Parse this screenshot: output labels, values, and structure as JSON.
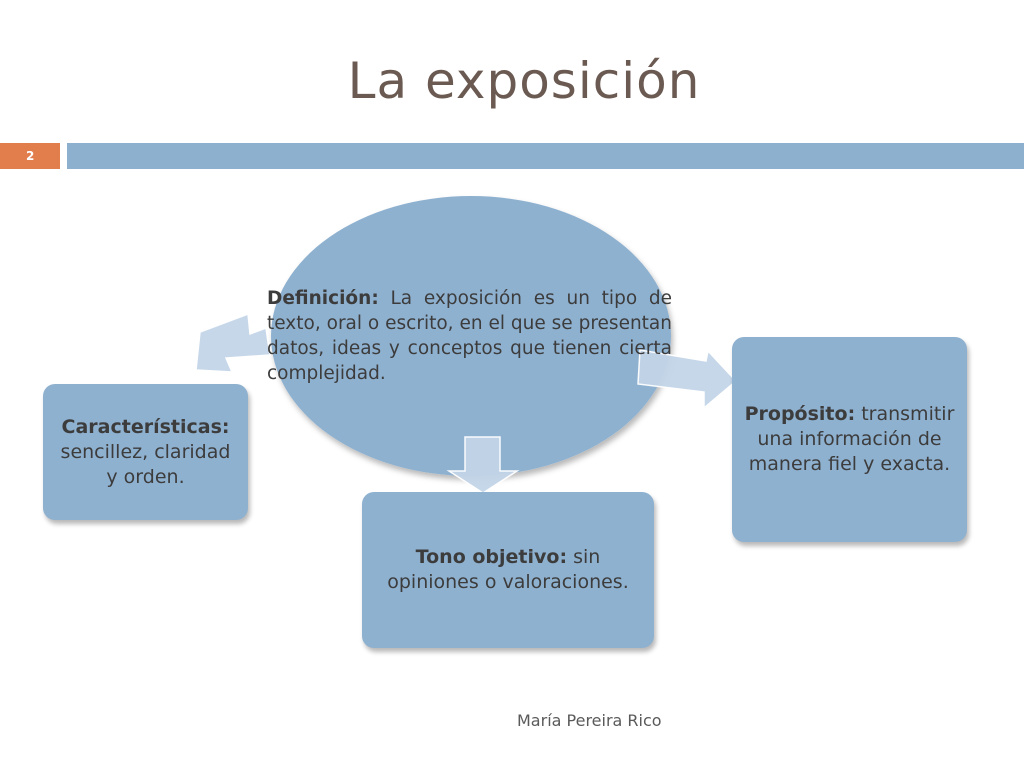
{
  "slide": {
    "title": "La exposición",
    "page_number": "2",
    "author": "María Pereira Rico"
  },
  "center": {
    "label": "Definición:",
    "text": " La exposición es un tipo de texto, oral o escrito, en el que se presentan datos, ideas y conceptos que tienen cierta complejidad."
  },
  "nodes": {
    "left": {
      "label": "Características:",
      "text": " sencillez, claridad y orden."
    },
    "bottom": {
      "label": "Tono objetivo:",
      "text": " sin opiniones o valoraciones."
    },
    "right": {
      "label": "Propósito:",
      "text": " transmitir una información de manera fiel y exacta."
    }
  },
  "colors": {
    "accent": "#e27e4c",
    "bar": "#8eb0cf",
    "node_fill": "#8fb1d0",
    "arrow_fill": "#c3d5e8",
    "title": "#6b5a52"
  }
}
